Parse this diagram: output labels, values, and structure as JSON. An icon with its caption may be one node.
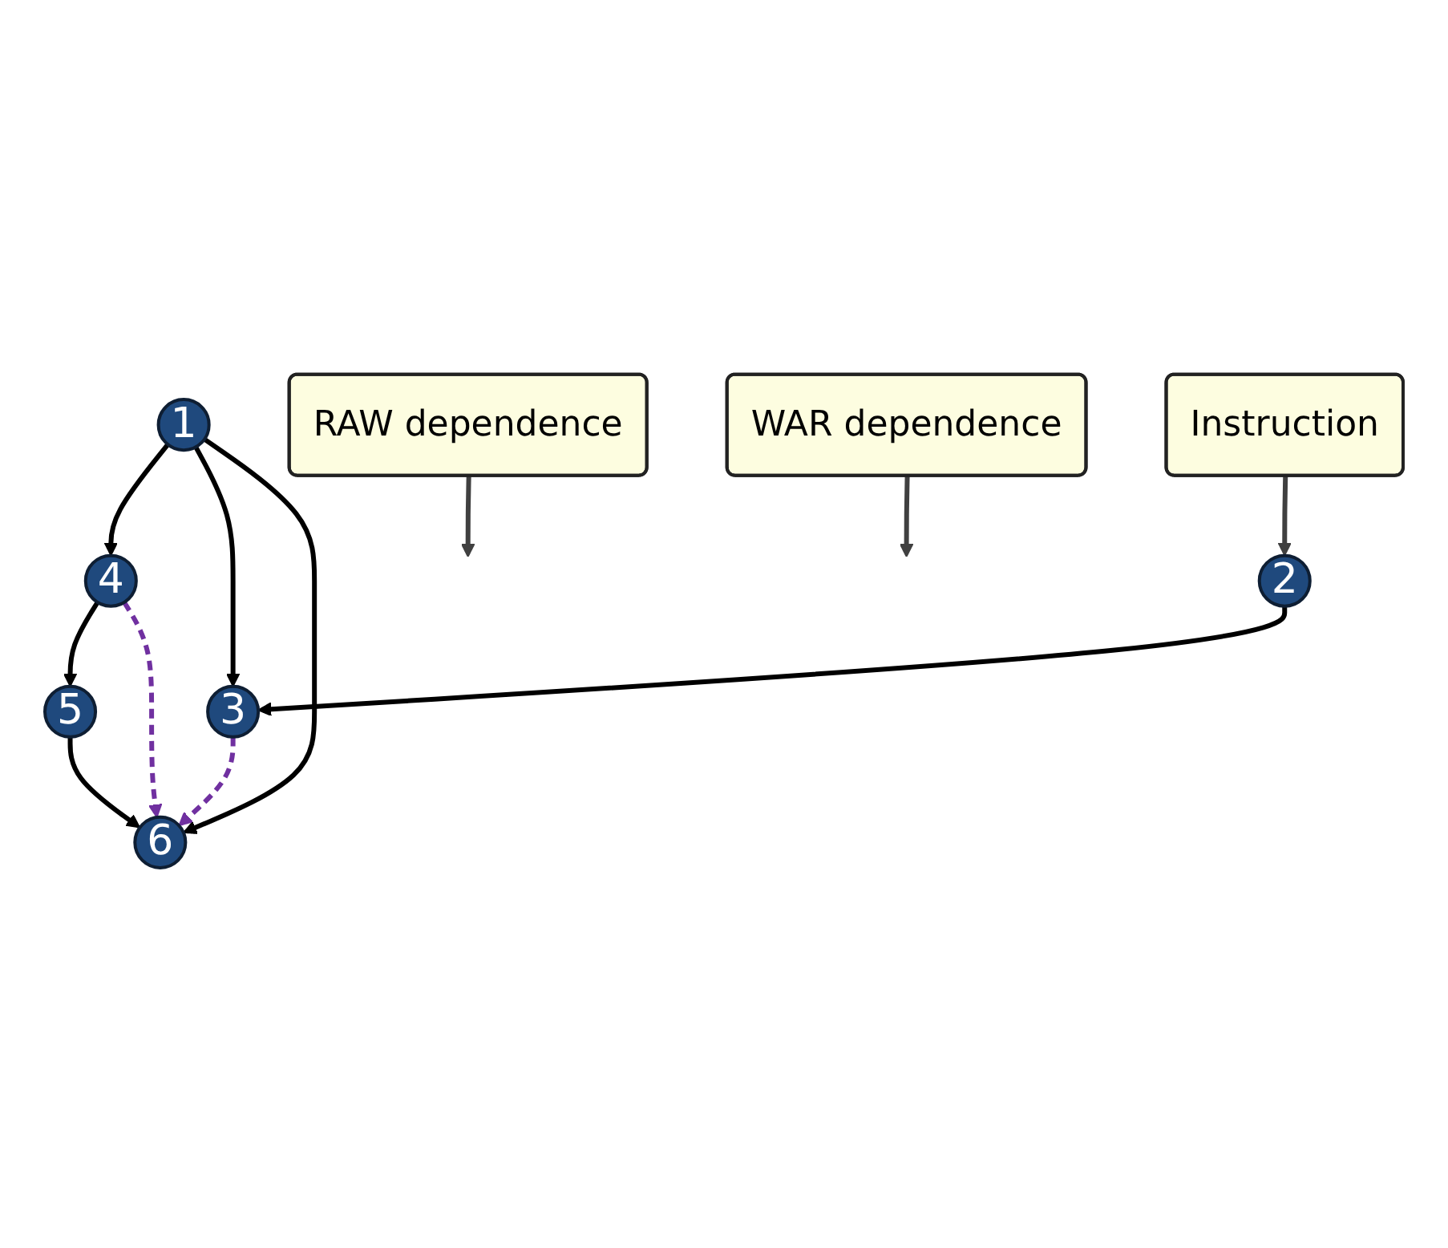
{
  "diagram": {
    "nodes": [
      {
        "text": [
          "RAW dependence"
        ]
      },
      {
        "text": [
          "Instruction"
        ]
      },
      {
        "text": [
          "1"
        ]
      },
      {
        "text": [
          "2"
        ]
      },
      {
        "text": [
          "4"
        ]
      },
      {
        "text": [
          "3"
        ]
      },
      {
        "text": [
          "5"
        ]
      },
      {
        "text": [
          "6"
        ]
      },
      {
        "text": [
          "WAR dependence"
        ]
      }
    ],
    "edges": [
      {
        "from": 0,
        "to": null,
        "arrow": "to",
        "color": "#404040"
      },
      {
        "from": 1,
        "to": 3,
        "arrow": "to",
        "color": "#404040"
      },
      {
        "from": 2,
        "to": 4,
        "arrow": "to"
      },
      {
        "from": 2,
        "to": 5,
        "arrow": "to"
      },
      {
        "from": 2,
        "to": 7,
        "arrow": "to"
      },
      {
        "from": 3,
        "to": 5,
        "arrow": "to"
      },
      {
        "from": 4,
        "to": 6,
        "arrow": "to"
      },
      {
        "from": 4,
        "to": 7,
        "arrow": "to",
        "style": "dashed",
        "color": "#7030a0"
      },
      {
        "from": 5,
        "to": 7,
        "arrow": "to",
        "style": "dashed",
        "color": "#7030a0"
      },
      {
        "from": 6,
        "to": 7,
        "arrow": "to"
      },
      {
        "from": 8,
        "to": null,
        "arrow": "to",
        "color": "#404040"
      }
    ]
  }
}
